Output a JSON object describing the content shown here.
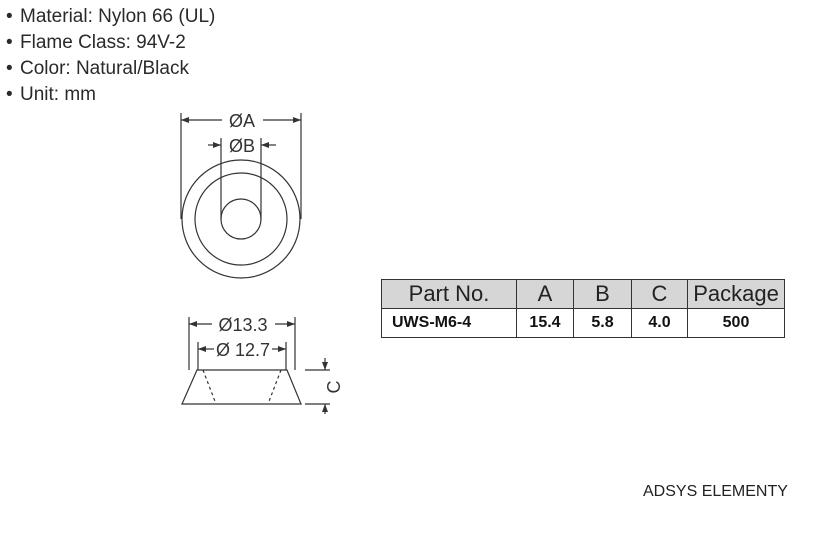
{
  "specs": [
    "Material: Nylon 66 (UL)",
    "Flame Class: 94V-2",
    "Color: Natural/Black",
    "Unit: mm"
  ],
  "drawing": {
    "top_view": {
      "outer_label": "ØA",
      "inner_label": "ØB"
    },
    "side_view": {
      "top_dia_label": "Ø13.3",
      "bottom_dia_label": "Ø 12.7",
      "height_label": "C"
    }
  },
  "table": {
    "headers": [
      "Part No.",
      "A",
      "B",
      "C",
      "Package"
    ],
    "rows": [
      [
        "UWS-M6-4",
        "15.4",
        "5.8",
        "4.0",
        "500"
      ]
    ]
  },
  "brand": "ADSYS ELEMENTY",
  "colors": {
    "line": "#333333",
    "header_bg": "#d6d6d6"
  }
}
